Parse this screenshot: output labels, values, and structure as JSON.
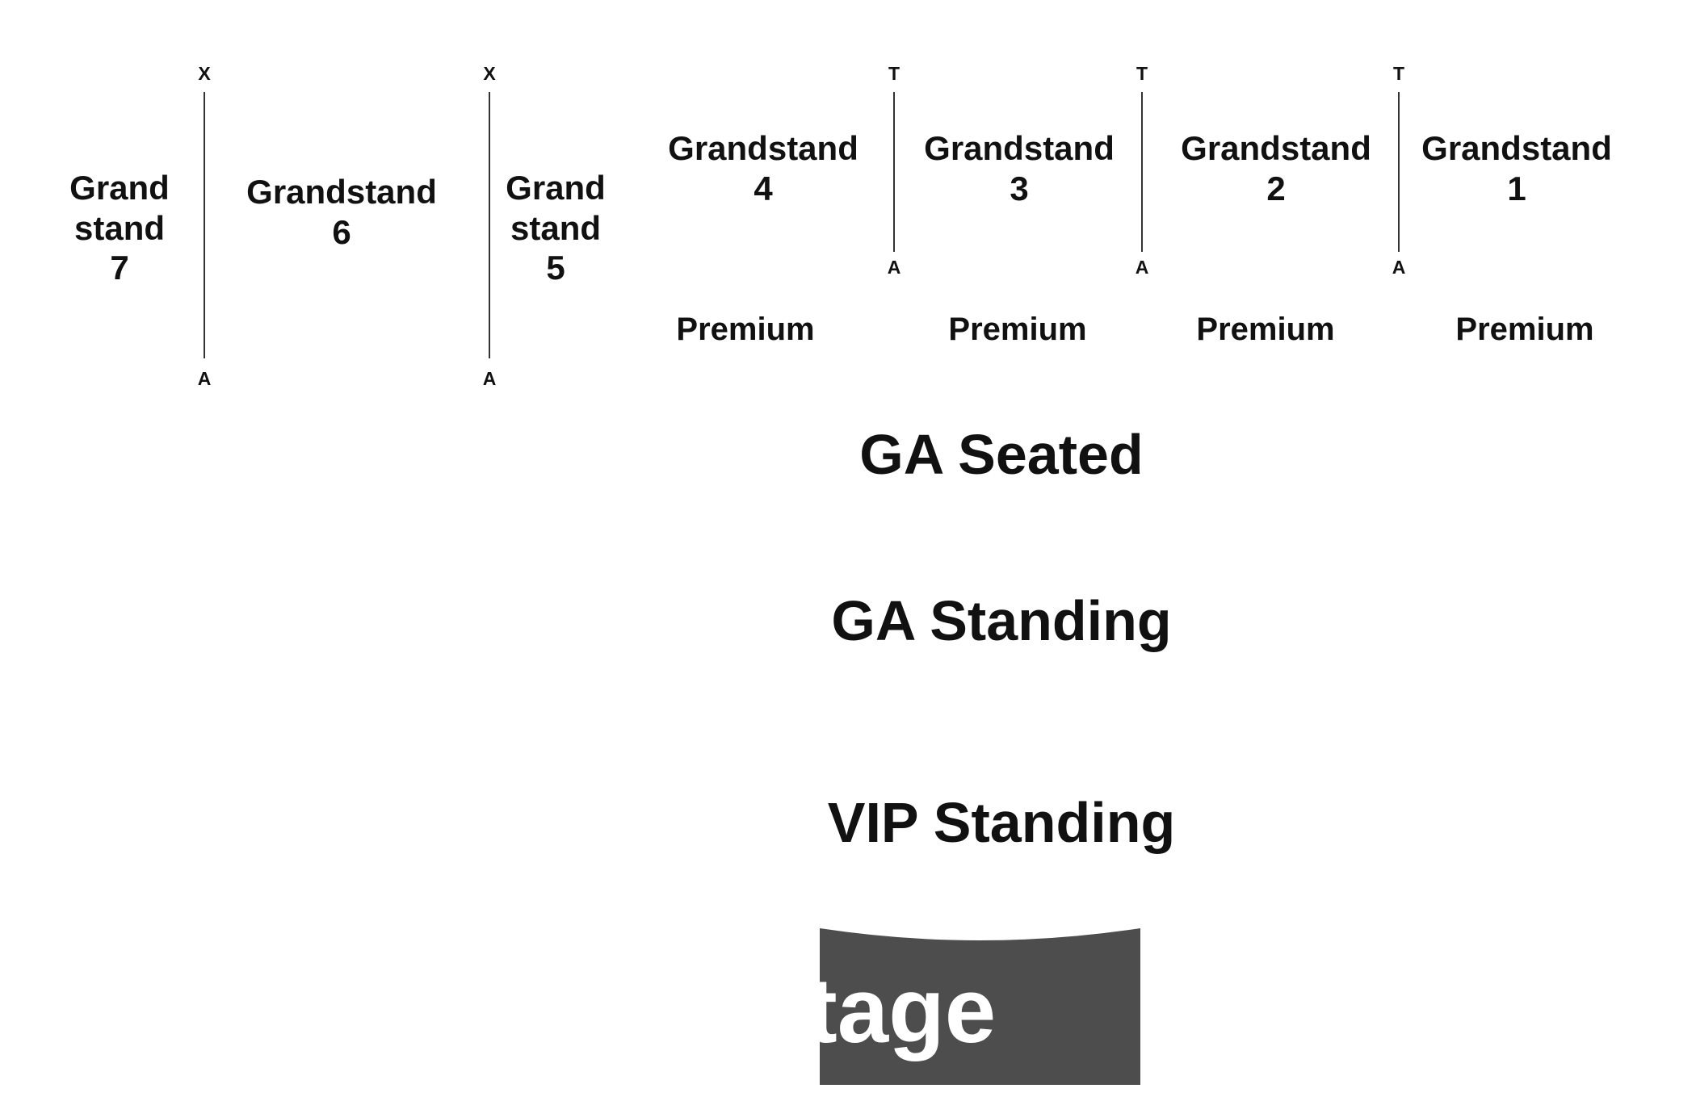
{
  "sections": {
    "gs7": {
      "line1": "Grand",
      "line2": "stand",
      "line3": "7"
    },
    "gs6": {
      "line1": "Grandstand",
      "line2": "6"
    },
    "gs5": {
      "line1": "Grand",
      "line2": "stand",
      "line3": "5"
    },
    "gs4": {
      "line1": "Grandstand",
      "line2": "4"
    },
    "gs3": {
      "line1": "Grandstand",
      "line2": "3"
    },
    "gs2": {
      "line1": "Grandstand",
      "line2": "2"
    },
    "gs1": {
      "line1": "Grandstand",
      "line2": "1"
    }
  },
  "rows": {
    "div1": {
      "top": "X",
      "bottom": "A"
    },
    "div2": {
      "top": "X",
      "bottom": "A"
    },
    "div3": {
      "top": "T",
      "bottom": "A"
    },
    "div4": {
      "top": "T",
      "bottom": "A"
    },
    "div5": {
      "top": "T",
      "bottom": "A"
    }
  },
  "premium": {
    "p4": "Premium",
    "p3": "Premium",
    "p2": "Premium",
    "p1": "Premium"
  },
  "floor": {
    "ga_seated": "GA Seated",
    "ga_standing": "GA Standing",
    "vip_standing": "VIP Standing"
  },
  "stage": {
    "label": "Stage",
    "color": "#4d4d4d"
  }
}
